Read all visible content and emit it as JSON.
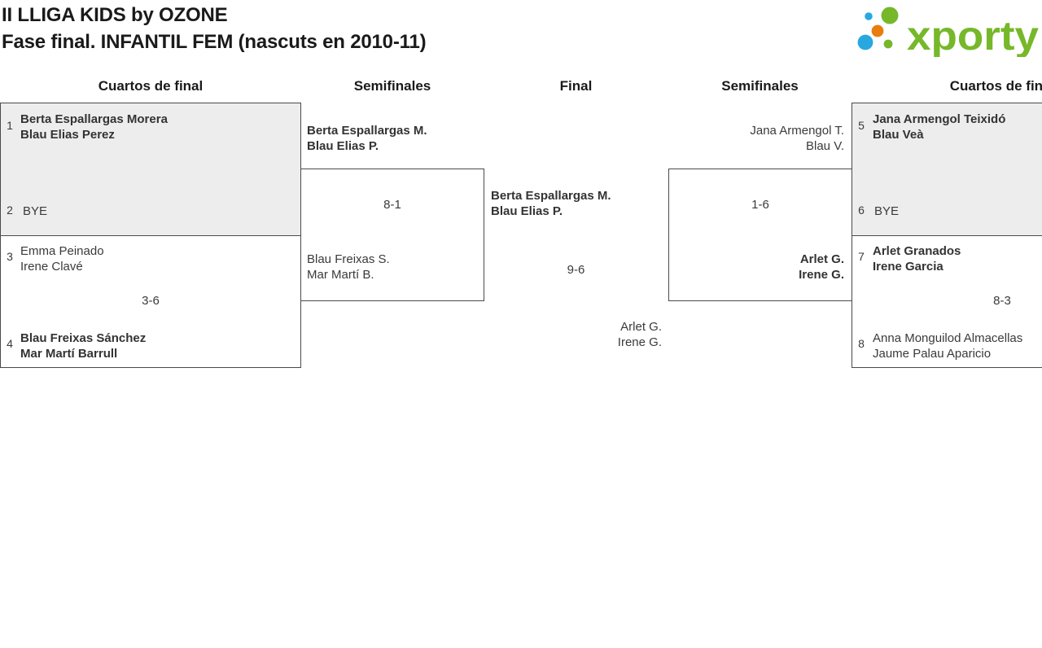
{
  "title": {
    "line1": "II LLIGA KIDS by OZONE",
    "line2": "Fase final. INFANTIL FEM (nascuts en 2010-11)"
  },
  "logo": {
    "wordmark": "xporty"
  },
  "colors": {
    "logo_green": "#76b82a",
    "logo_blue": "#29a8e0",
    "logo_orange": "#e87d0e",
    "bye_box_bg": "#ededed",
    "box_border": "#4a4a4a",
    "text": "#333333"
  },
  "round_headers": {
    "r1": "Cuartos de final",
    "r2": "Semifinales",
    "r3": "Final",
    "r4": "Semifinales",
    "r5": "Cuartos de final"
  },
  "bracket": {
    "qf_left_top": {
      "p1": {
        "seed": "1",
        "name1": "Berta Espallargas Morera",
        "name2": "Blau Elias Perez"
      },
      "p2": {
        "seed": "2",
        "name1": "BYE"
      }
    },
    "qf_left_bottom": {
      "p1": {
        "seed": "3",
        "name1": "Emma Peinado",
        "name2": "Irene Clavé"
      },
      "score": "3-6",
      "p2": {
        "seed": "4",
        "name1": "Blau Freixas Sánchez",
        "name2": "Mar Martí Barrull"
      }
    },
    "sf_left": {
      "top": {
        "name1": "Berta Espallargas M.",
        "name2": "Blau Elias P."
      },
      "score": "8-1",
      "bottom": {
        "name1": "Blau Freixas S.",
        "name2": "Mar Martí B."
      }
    },
    "final": {
      "top": {
        "name1": "Berta Espallargas M.",
        "name2": "Blau Elias P."
      },
      "score": "9-6",
      "bottom": {
        "name1": "Arlet G.",
        "name2": "Irene G."
      }
    },
    "sf_right": {
      "top": {
        "name1": "Jana Armengol T.",
        "name2": "Blau V."
      },
      "score": "1-6",
      "bottom": {
        "name1": "Arlet G.",
        "name2": "Irene G."
      }
    },
    "qf_right_top": {
      "p1": {
        "seed": "5",
        "name1": "Jana Armengol Teixidó",
        "name2": "Blau Veà"
      },
      "p2": {
        "seed": "6",
        "name1": "BYE"
      }
    },
    "qf_right_bottom": {
      "p1": {
        "seed": "7",
        "name1": "Arlet Granados",
        "name2": "Irene Garcia"
      },
      "score": "8-3",
      "p2": {
        "seed": "8",
        "name1": "Anna Monguilod Almacellas",
        "name2": "Jaume Palau Aparicio"
      }
    }
  }
}
